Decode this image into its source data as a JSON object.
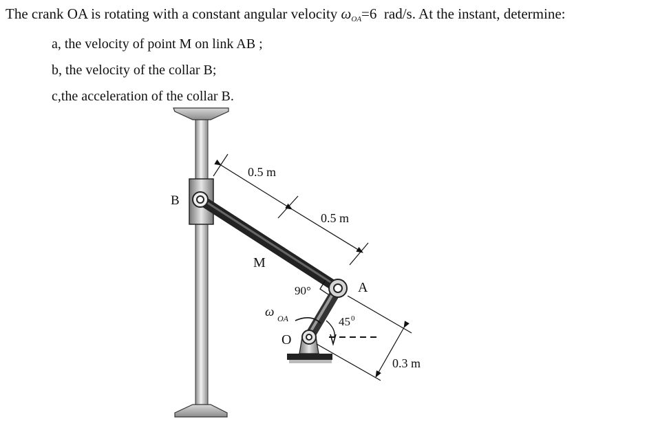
{
  "problem": {
    "statement_before": "The crank OA is rotating with a constant angular velocity ",
    "omega_symbol": "ω",
    "omega_subscript": "OA",
    "omega_value": "=6",
    "statement_after": "  rad/s. At the instant, determine:",
    "questions": [
      "a, the velocity of point M on link AB ;",
      "b, the velocity of the collar B;",
      "c,the acceleration of the collar B."
    ]
  },
  "figure": {
    "label_B": "B",
    "label_M": "M",
    "label_A": "A",
    "label_O": "O",
    "label_omega": "ω",
    "label_omega_sub": "OA",
    "label_right_angle": "90°",
    "label_angle_value": "45",
    "label_angle_degree": "0",
    "dim_BM": "0.5 m",
    "dim_MA": "0.5 m",
    "dim_OA": "0.3 m"
  }
}
